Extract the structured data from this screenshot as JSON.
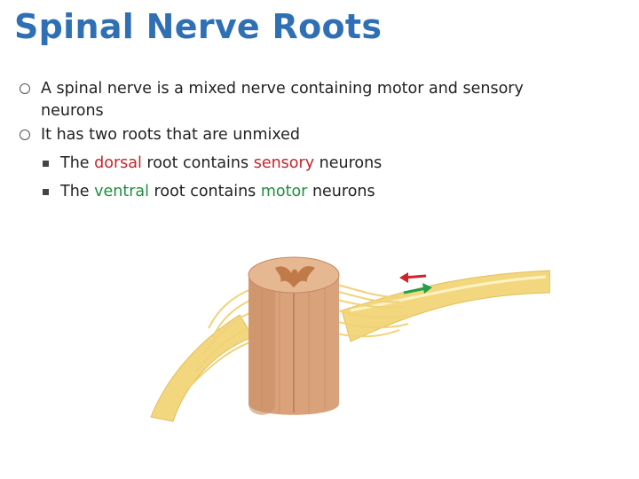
{
  "title": "Spinal Nerve Roots",
  "bullets": [
    {
      "text": "A spinal nerve is a mixed nerve containing motor and sensory neurons"
    },
    {
      "text": "It has two roots that are unmixed"
    }
  ],
  "sub_bullets": [
    {
      "p1": "The ",
      "root": "dorsal",
      "p2": " root contains ",
      "type": "sensory",
      "p3": " neurons"
    },
    {
      "p1": "The ",
      "root": "ventral",
      "p2": " root contains ",
      "type": "motor",
      "p3": " neurons"
    }
  ],
  "colors": {
    "title": "#2f70b5",
    "sensory": "#c0262b",
    "motor": "#1f8f3c",
    "nerve": "#f3d77e",
    "cord": "#d9a27a"
  },
  "icons": {
    "bullet": "hollow-circle-icon",
    "sub_bullet": "square-icon",
    "sensory_arrow": "arrow-left-icon",
    "motor_arrow": "arrow-right-icon"
  }
}
